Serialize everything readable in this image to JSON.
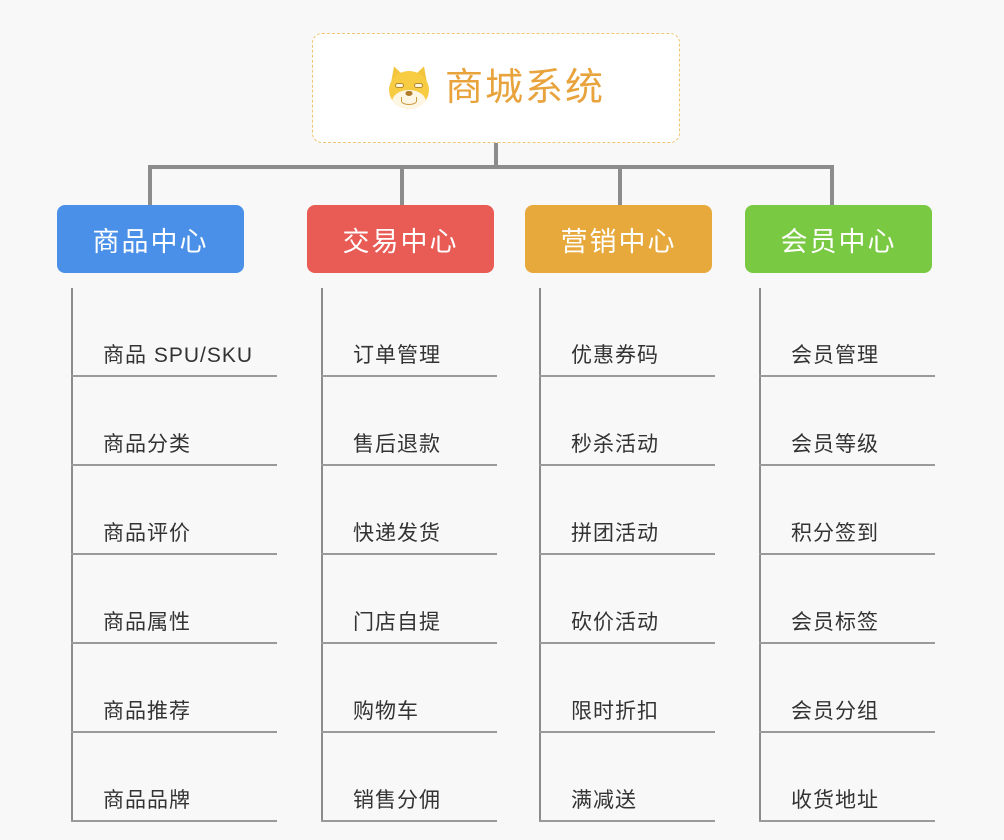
{
  "page": {
    "background_color": "#f8f8f8"
  },
  "root": {
    "title": "商城系统",
    "icon": "shiba-inu-dog-icon",
    "text_color": "#e8a33d",
    "border_color": "#f0c571",
    "background_color": "#ffffff"
  },
  "connector": {
    "color": "#8c8c8c"
  },
  "columns": [
    {
      "header": "商品中心",
      "color": "#4a90e8",
      "items": [
        "商品 SPU/SKU",
        "商品分类",
        "商品评价",
        "商品属性",
        "商品推荐",
        "商品品牌"
      ]
    },
    {
      "header": "交易中心",
      "color": "#e85c55",
      "items": [
        "订单管理",
        "售后退款",
        "快递发货",
        "门店自提",
        "购物车",
        "销售分佣"
      ]
    },
    {
      "header": "营销中心",
      "color": "#e8a93c",
      "items": [
        "优惠券码",
        "秒杀活动",
        "拼团活动",
        "砍价活动",
        "限时折扣",
        "满减送"
      ]
    },
    {
      "header": "会员中心",
      "color": "#7ac943",
      "items": [
        "会员管理",
        "会员等级",
        "积分签到",
        "会员标签",
        "会员分组",
        "收货地址"
      ]
    }
  ]
}
